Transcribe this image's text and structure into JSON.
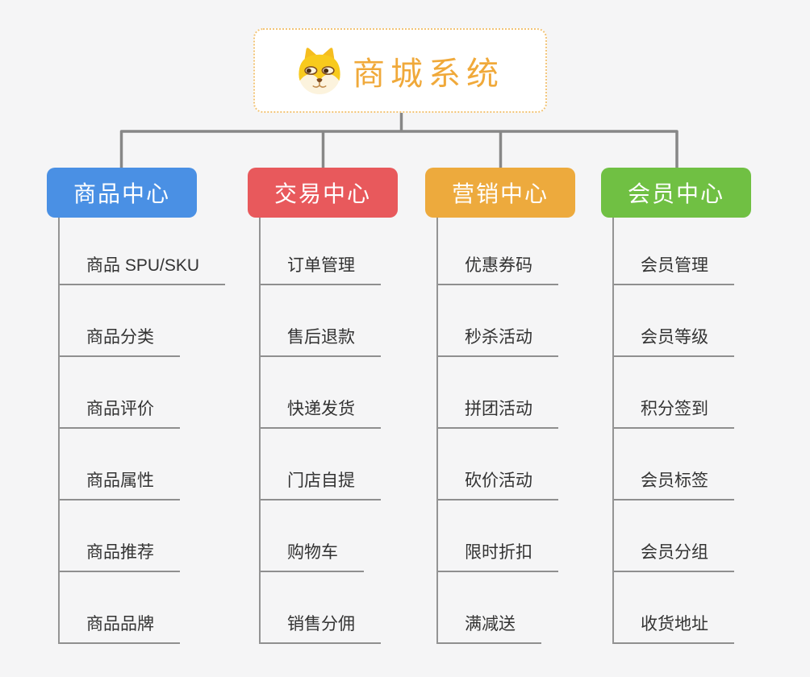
{
  "canvas": {
    "background_color": "#f5f5f6",
    "connector_color": "#878787",
    "child_line_color": "#8f8f8f",
    "child_text_color": "#333333"
  },
  "root": {
    "title": "商城系统",
    "icon": "dog-face-icon",
    "accent_color": "#f0a93a",
    "border_color": "#f2c477",
    "background_color": "#ffffff"
  },
  "branches": [
    {
      "label": "商品中心",
      "color": "#4a90e4",
      "children": [
        "商品 SPU/SKU",
        "商品分类",
        "商品评价",
        "商品属性",
        "商品推荐",
        "商品品牌"
      ]
    },
    {
      "label": "交易中心",
      "color": "#e8595c",
      "children": [
        "订单管理",
        "售后退款",
        "快递发货",
        "门店自提",
        "购物车",
        "销售分佣"
      ]
    },
    {
      "label": "营销中心",
      "color": "#edaa3d",
      "children": [
        "优惠券码",
        "秒杀活动",
        "拼团活动",
        "砍价活动",
        "限时折扣",
        "满减送"
      ]
    },
    {
      "label": "会员中心",
      "color": "#70c043",
      "children": [
        "会员管理",
        "会员等级",
        "积分签到",
        "会员标签",
        "会员分组",
        "收货地址"
      ]
    }
  ]
}
